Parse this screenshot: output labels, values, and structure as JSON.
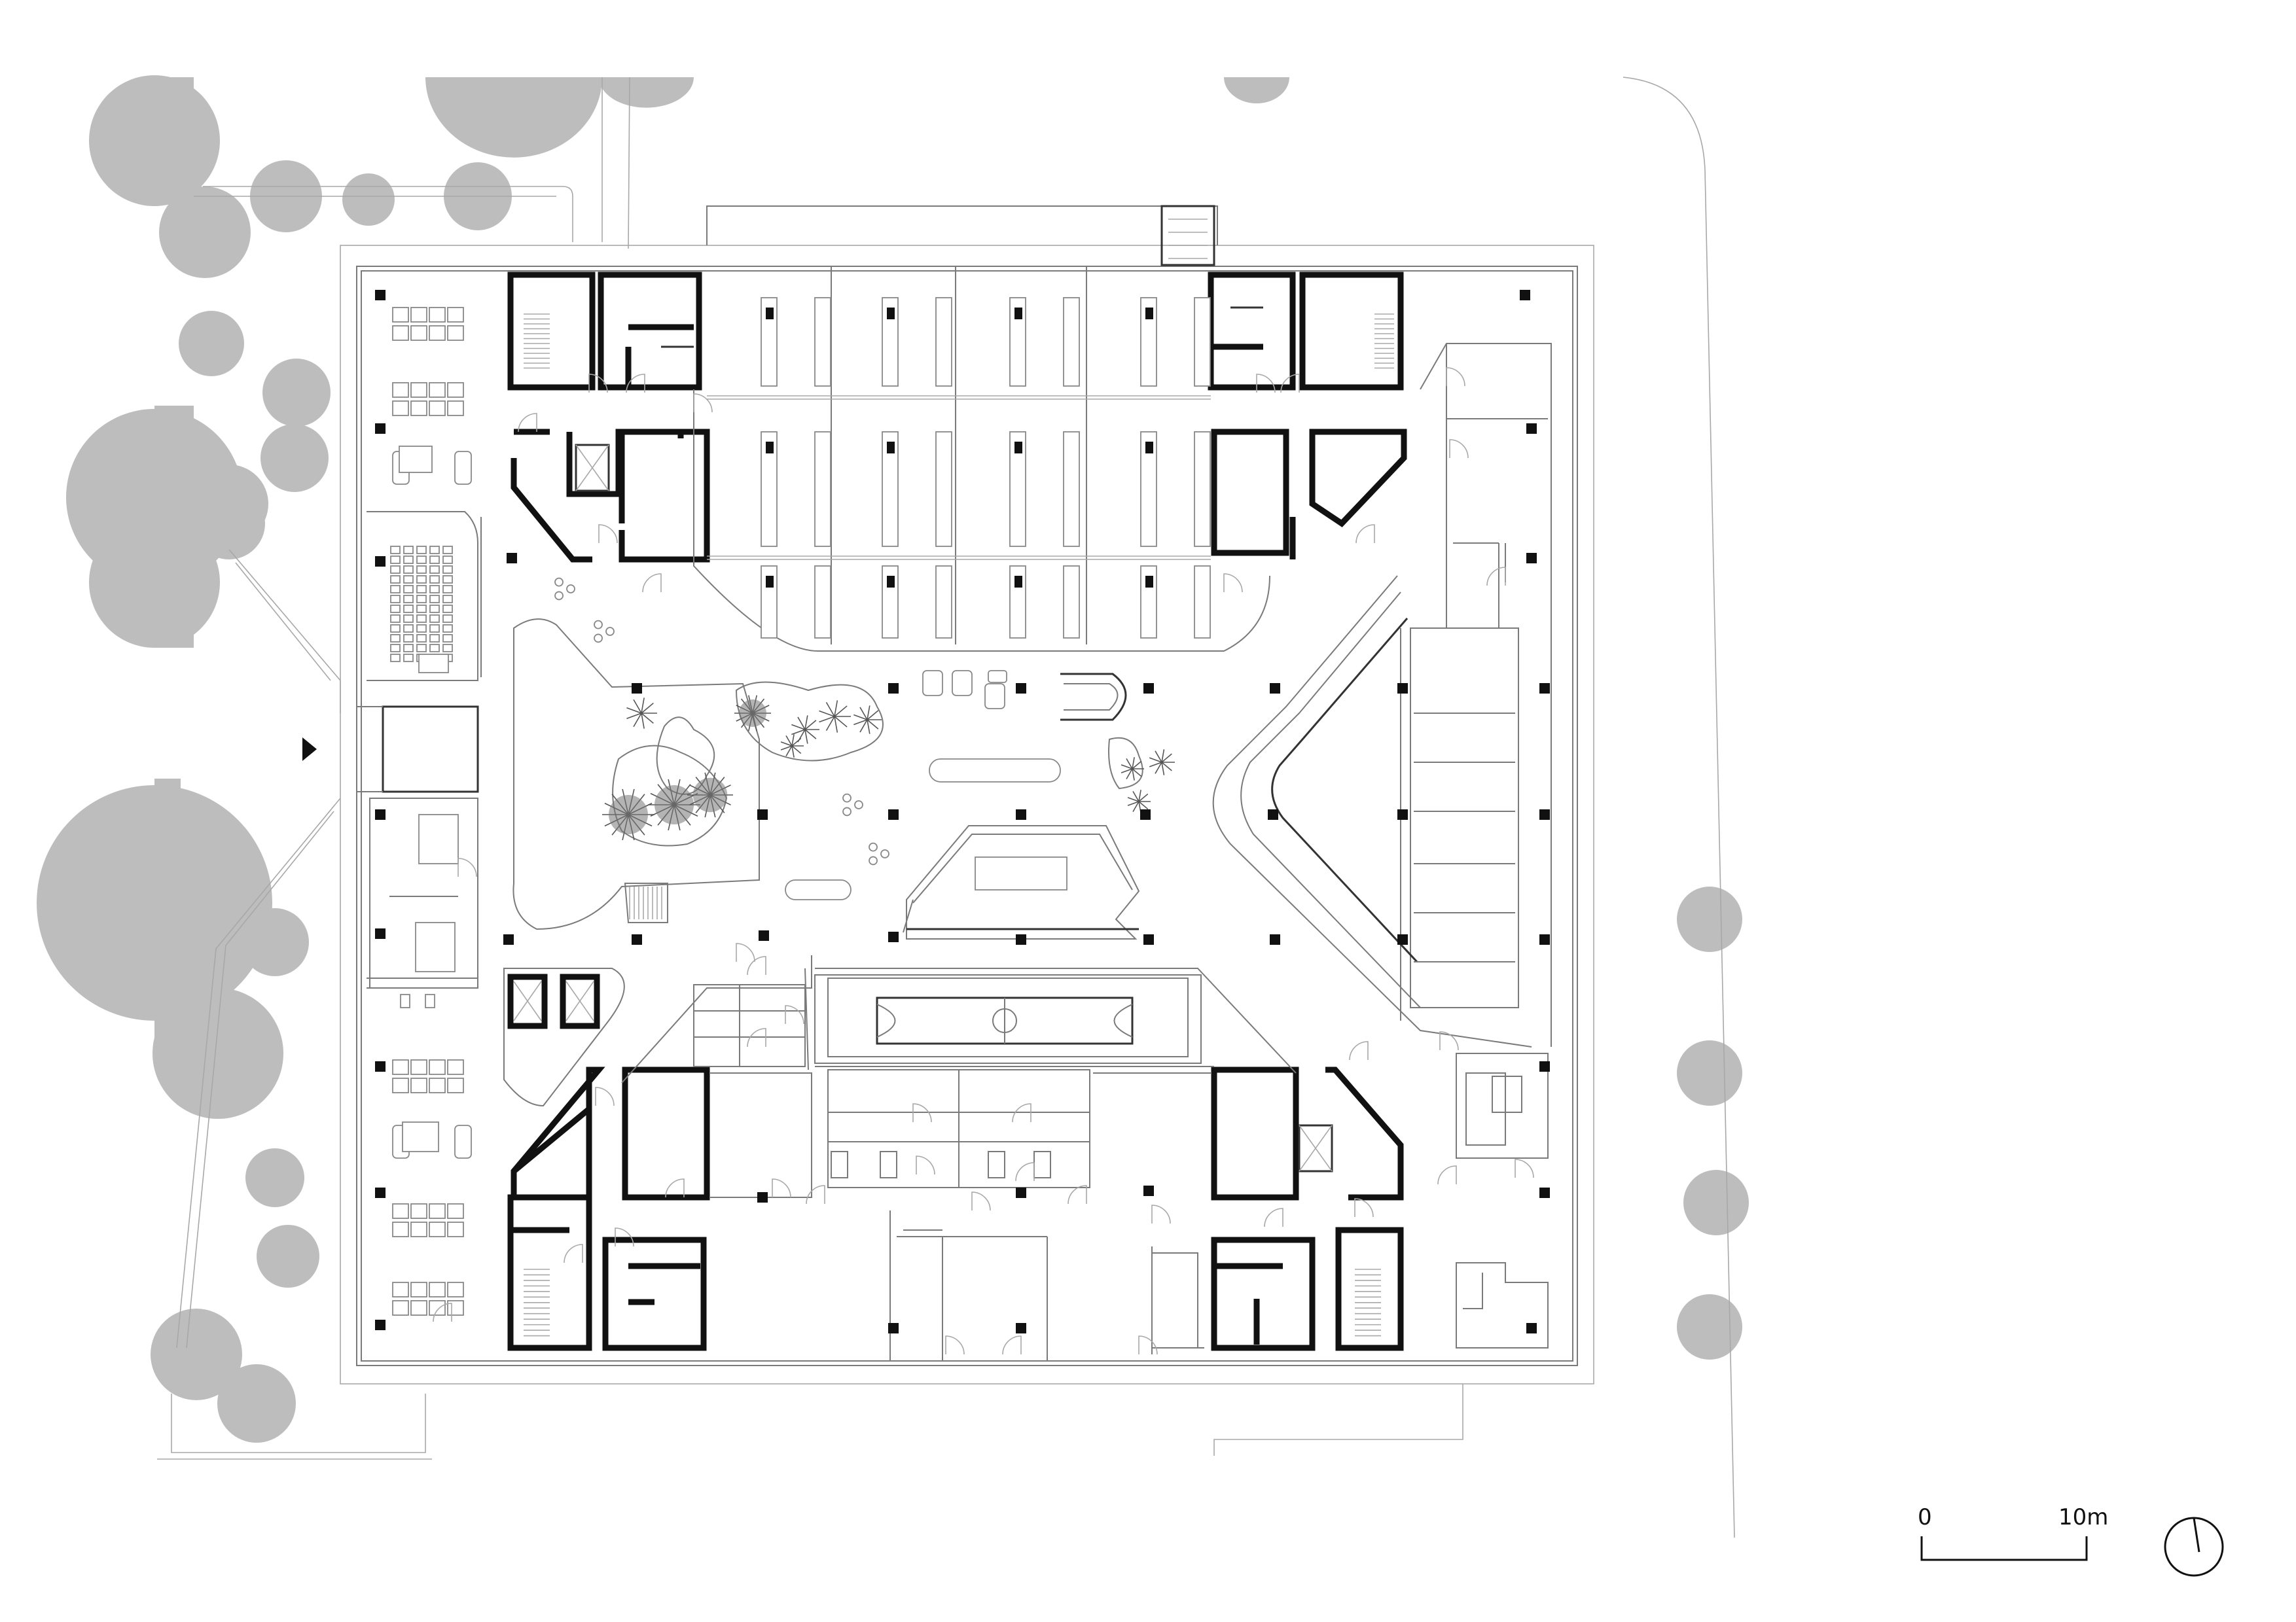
{
  "drawing": {
    "type": "architectural floor plan",
    "scale_bar": {
      "start_label": "0",
      "end_label": "10m"
    },
    "north_arrow_icon": "north-arrow-icon",
    "entrance_marker_icon": "entrance-triangle-icon"
  },
  "colors": {
    "trees": "#bdbdbd",
    "walls": "#111111",
    "linework": "#7a7a7a",
    "background": "#ffffff"
  }
}
